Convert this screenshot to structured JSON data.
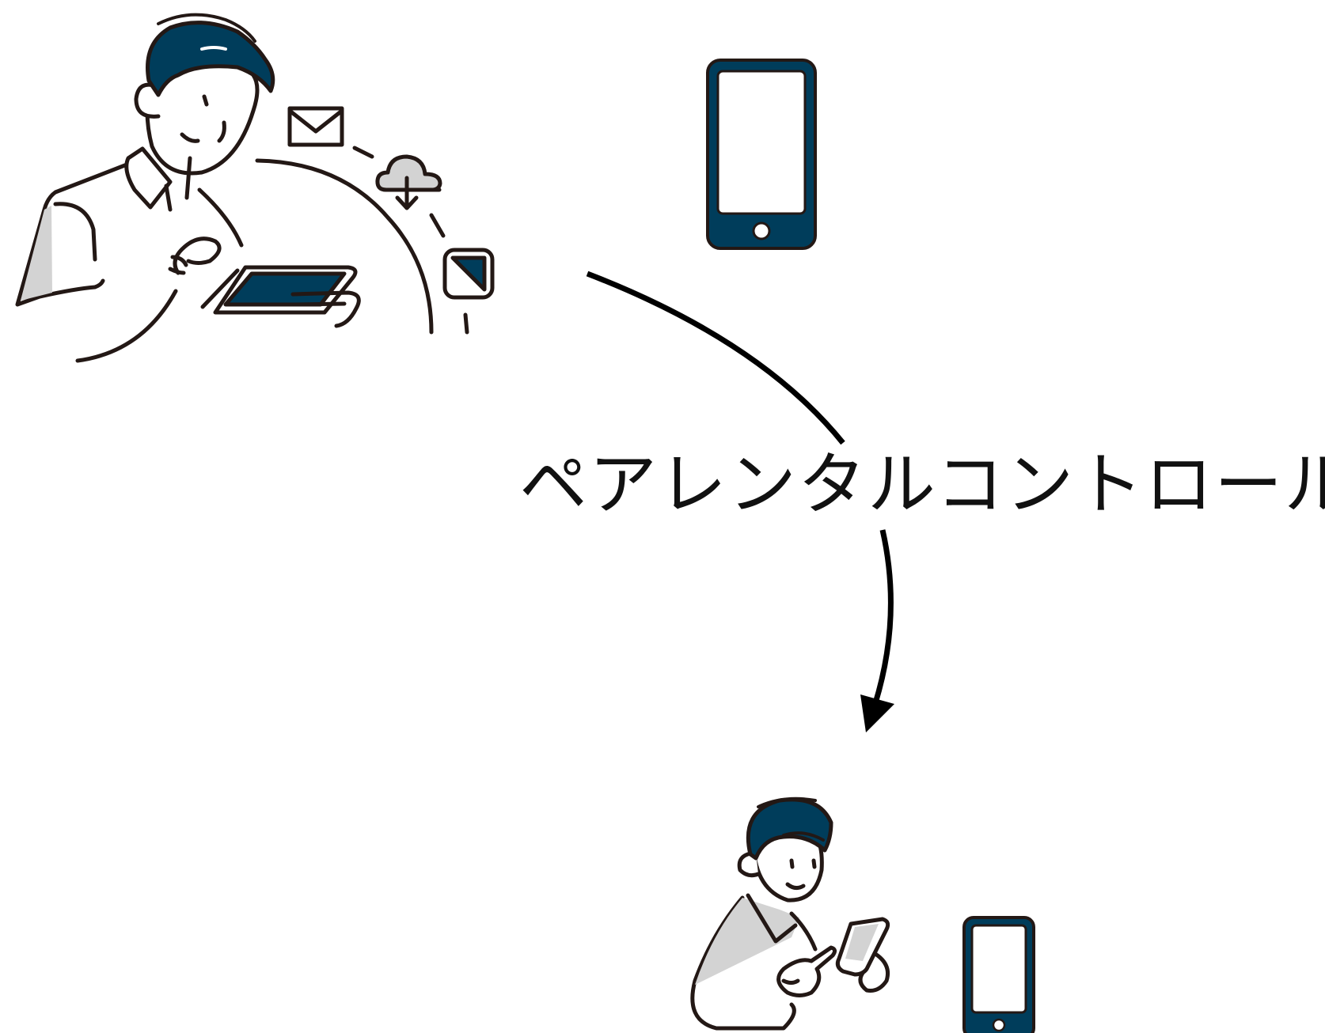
{
  "diagram": {
    "label": "ペアレンタルコントロール",
    "nodes": [
      {
        "id": "parent",
        "role": "parent-with-tablet",
        "icons": [
          "mail-icon",
          "cloud-download-icon",
          "image-icon"
        ]
      },
      {
        "id": "parent-phone",
        "role": "smartphone"
      },
      {
        "id": "child",
        "role": "child-with-phone"
      },
      {
        "id": "child-phone",
        "role": "smartphone"
      }
    ],
    "edges": [
      {
        "from": "parent",
        "to": "child",
        "label_ref": "label",
        "arrow": "end"
      }
    ]
  },
  "colors": {
    "accent": "#003d5b",
    "stroke": "#231815",
    "fill_gray": "#d3d3d3",
    "arrow": "#000000",
    "background": "#ffffff"
  }
}
